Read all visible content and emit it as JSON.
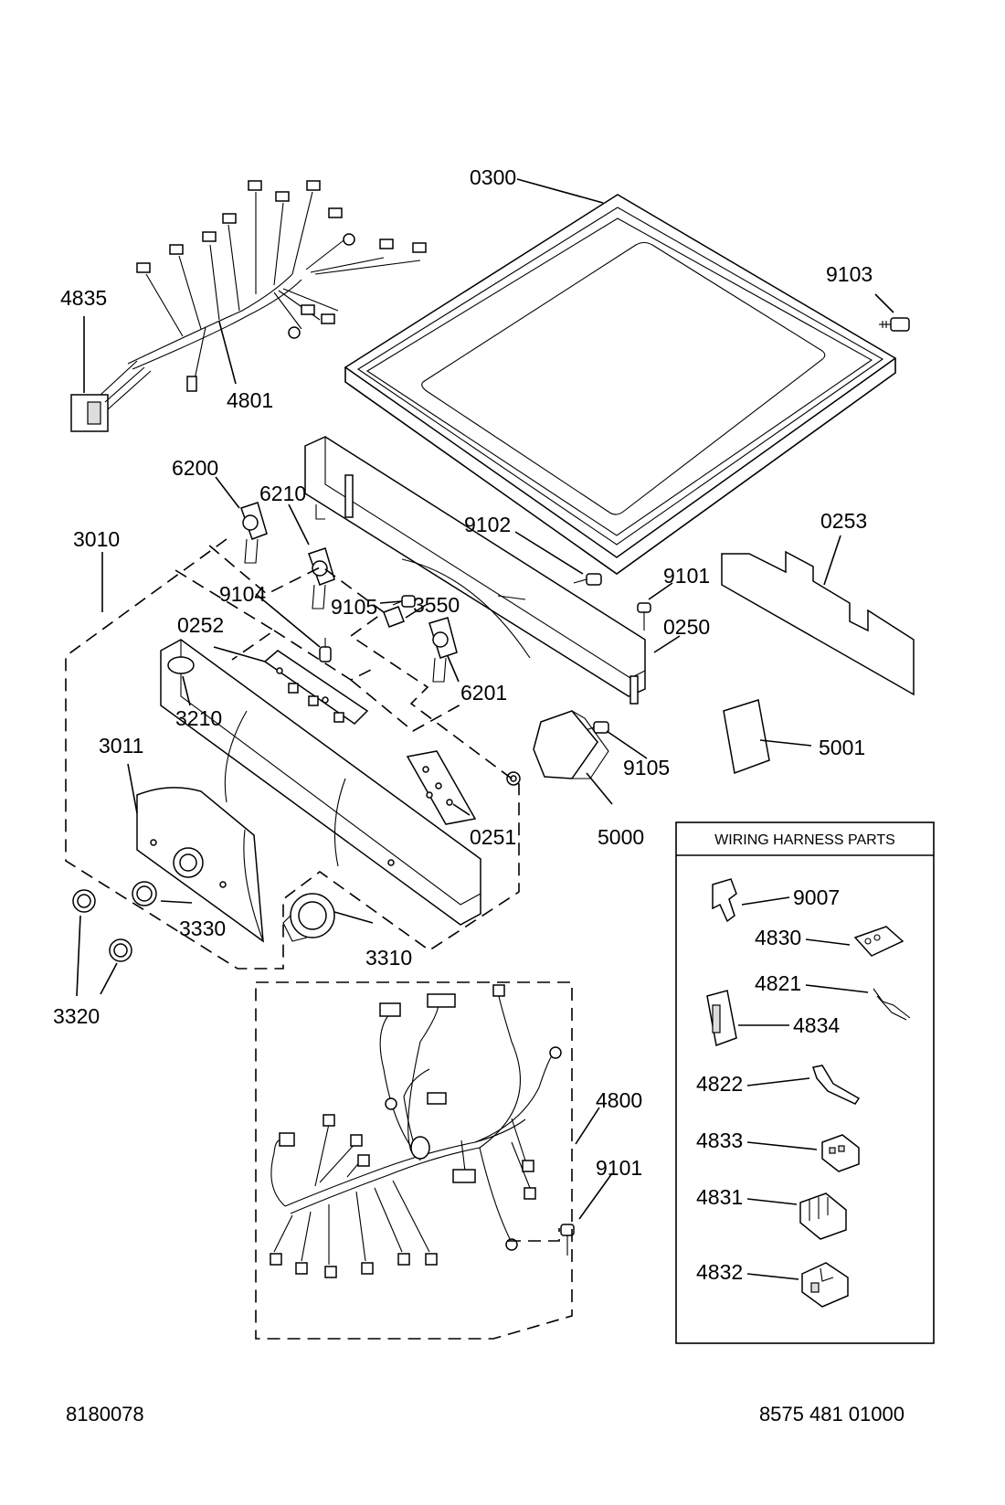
{
  "callouts": {
    "c0300": "0300",
    "c9103": "9103",
    "c4835": "4835",
    "c4801": "4801",
    "c6200": "6200",
    "c6210": "6210",
    "c3010": "3010",
    "c9102": "9102",
    "c0253": "0253",
    "c9101a": "9101",
    "c9104": "9104",
    "c9105a": "9105",
    "c3550": "3550",
    "c0252": "0252",
    "c0250": "0250",
    "c6201": "6201",
    "c3210": "3210",
    "c3011": "3011",
    "c5001": "5001",
    "c9105b": "9105",
    "c0251": "0251",
    "c5000": "5000",
    "c3330": "3330",
    "c3310": "3310",
    "c3320": "3320",
    "c4800": "4800",
    "c9101b": "9101"
  },
  "harness_box": {
    "title": "WIRING HARNESS PARTS",
    "items": {
      "p9007": "9007",
      "p4830": "4830",
      "p4821": "4821",
      "p4834": "4834",
      "p4822": "4822",
      "p4833": "4833",
      "p4831": "4831",
      "p4832": "4832"
    }
  },
  "footer": {
    "left": "8180078",
    "right": "8575 481 01000"
  }
}
